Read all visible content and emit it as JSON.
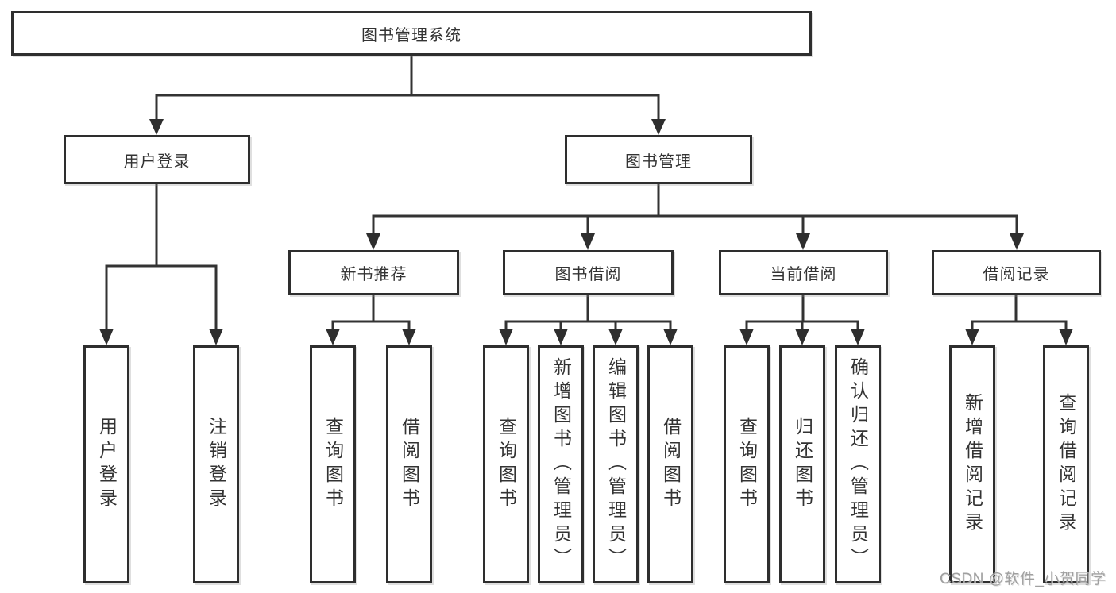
{
  "diagram": {
    "root": "图书管理系统",
    "branches": [
      {
        "label": "用户登录",
        "children": [
          "用户登录",
          "注销登录"
        ]
      },
      {
        "label": "图书管理",
        "sections": [
          {
            "label": "新书推荐",
            "children": [
              "查询图书",
              "借阅图书"
            ]
          },
          {
            "label": "图书借阅",
            "children": [
              "查询图书",
              "新增图书（管理员）",
              "编辑图书（管理员）",
              "借阅图书"
            ]
          },
          {
            "label": "当前借阅",
            "children": [
              "查询图书",
              "归还图书",
              "确认归还（管理员）"
            ]
          },
          {
            "label": "借阅记录",
            "children": [
              "新增借阅记录",
              "查询借阅记录"
            ]
          }
        ]
      }
    ]
  },
  "watermark": "CSDN @软件_小贺同学",
  "colors": {
    "background": "#ffffff",
    "line": "#333333",
    "box_border": "#2e2e2e",
    "text": "#333333",
    "watermark": "#9b9b9b"
  }
}
